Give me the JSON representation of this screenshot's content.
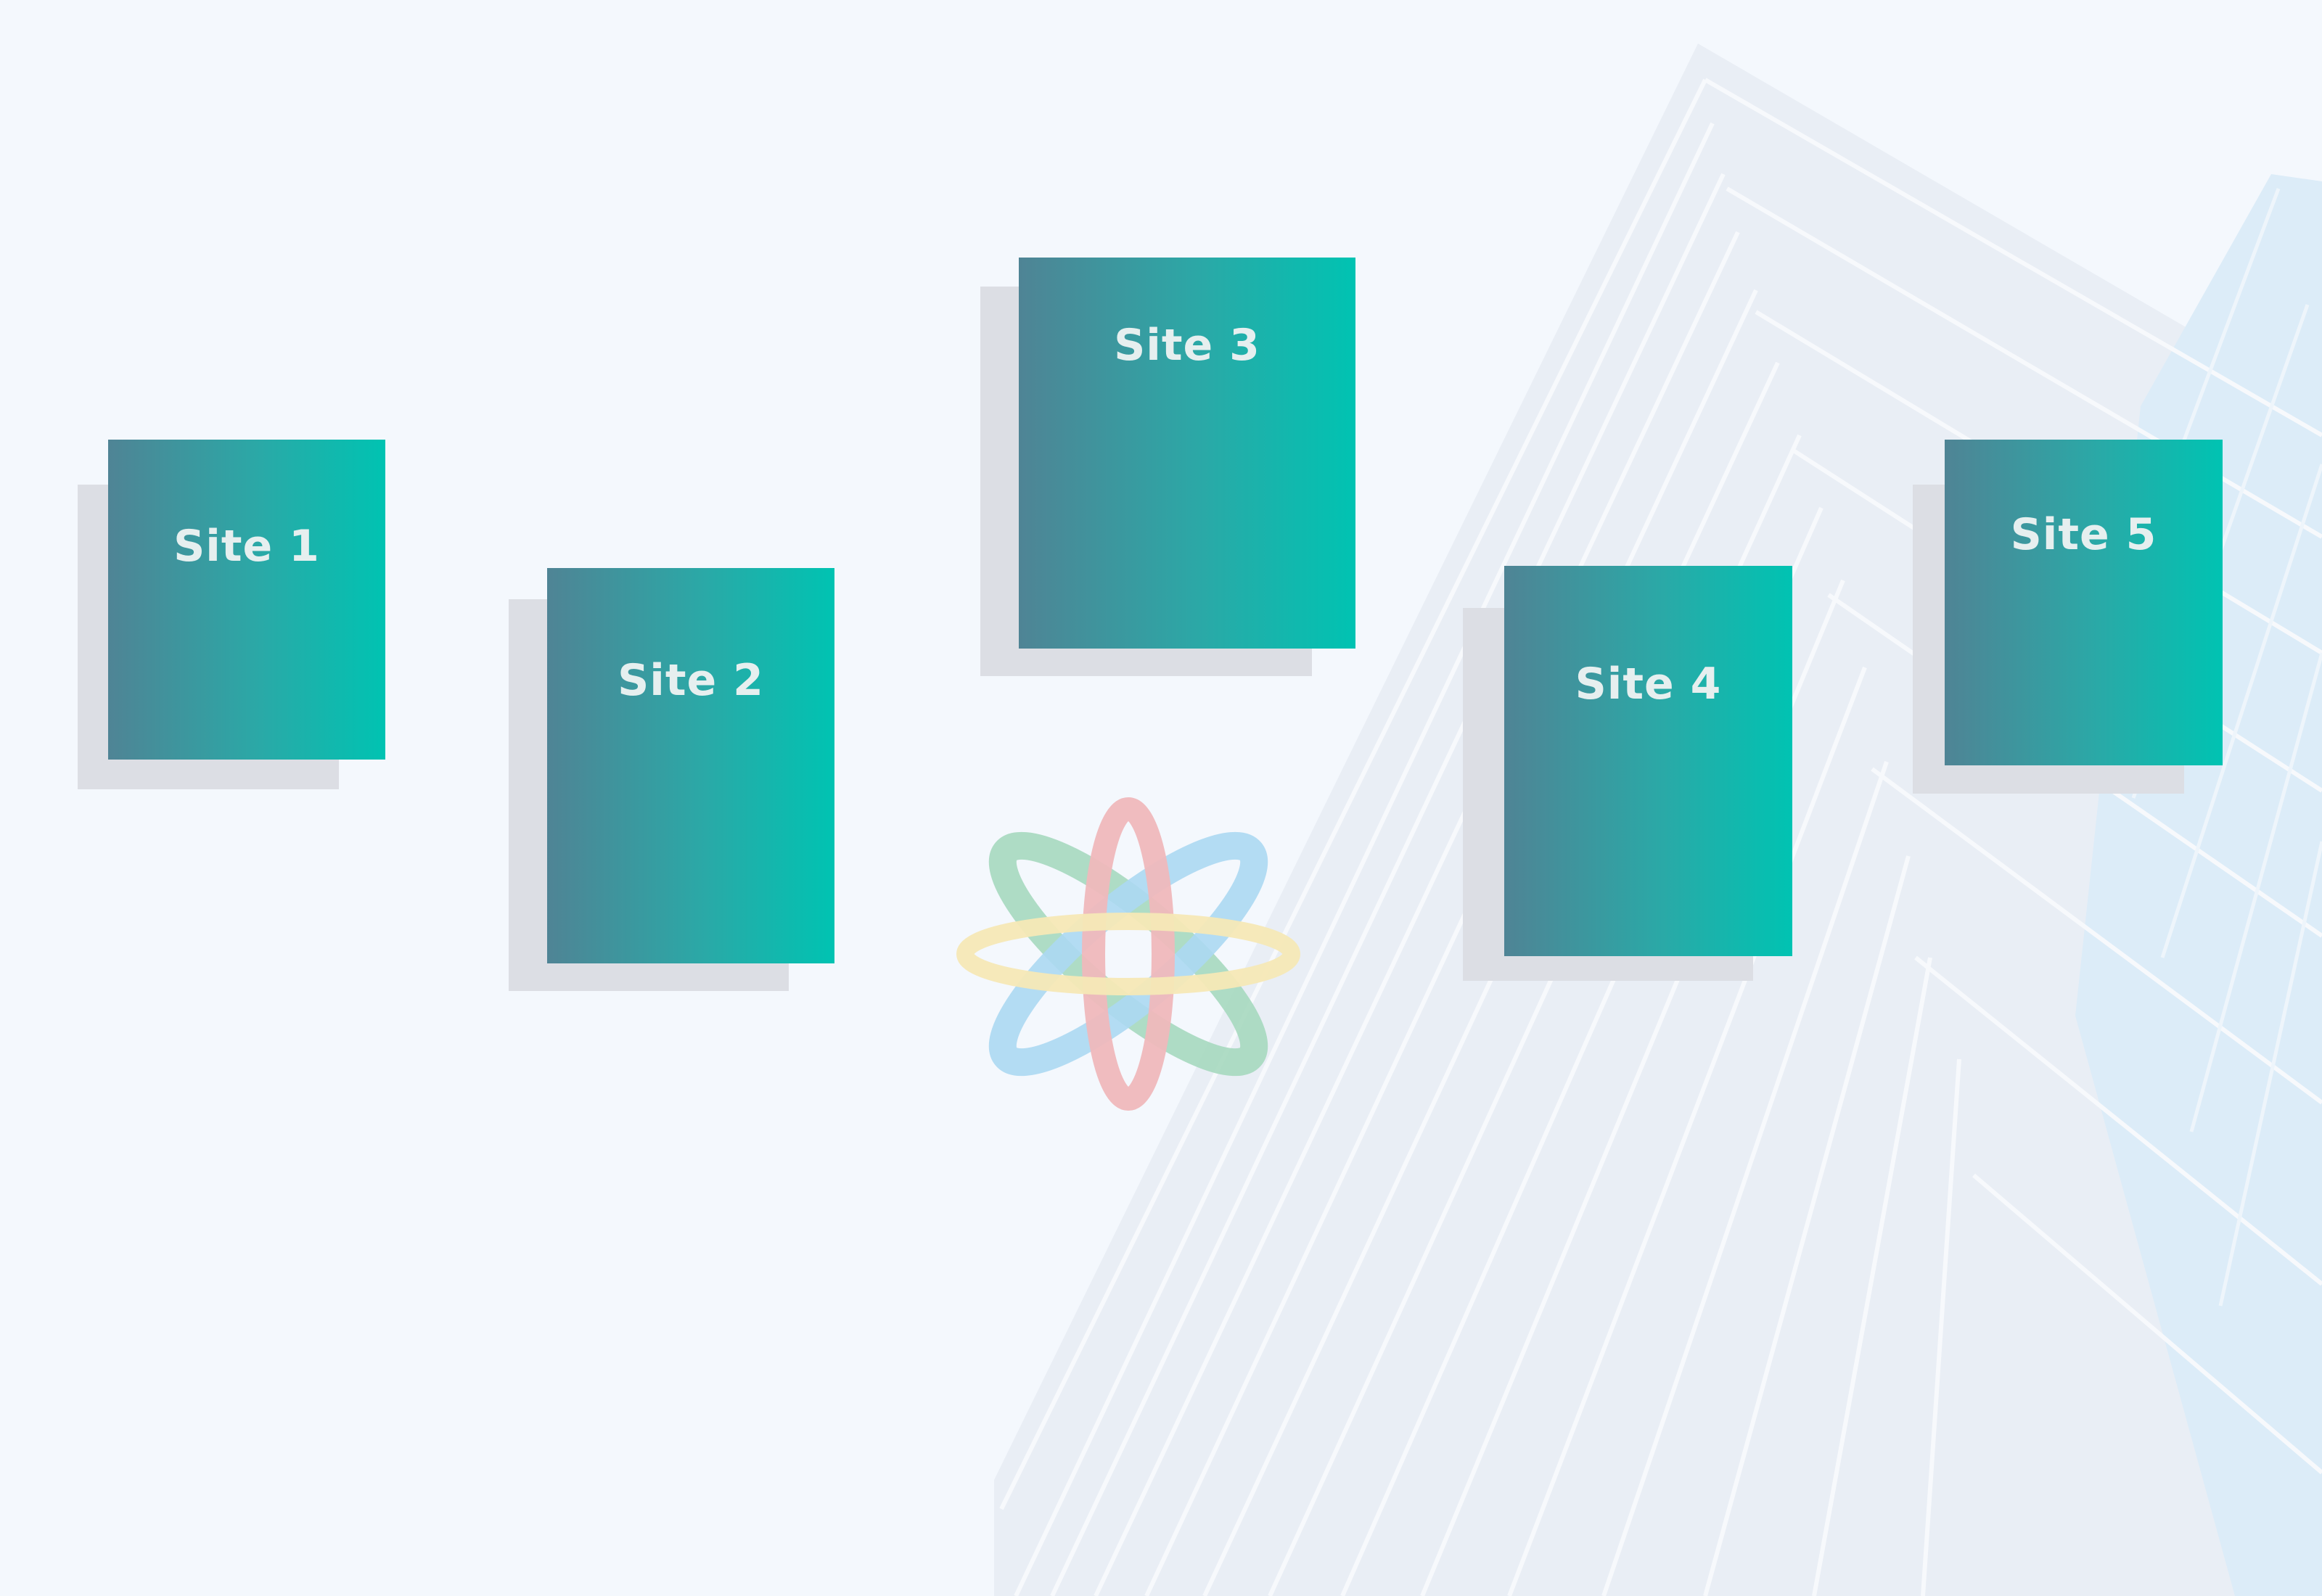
{
  "sites": [
    {
      "label": "Site 1"
    },
    {
      "label": "Site 2"
    },
    {
      "label": "Site 3"
    },
    {
      "label": "Site 4"
    },
    {
      "label": "Site 5"
    }
  ],
  "icons": {
    "atom": "atom-icon",
    "building": "building-background"
  },
  "colors": {
    "background": "#f4f8fd",
    "card_start": "#4f8495",
    "card_end": "#00c3b2",
    "shadow": "#dcdee4",
    "orbit_red": "#efb8bc",
    "orbit_blue": "#acd8f2",
    "orbit_green": "#a6d8bf",
    "orbit_yellow": "#f6e8b6"
  }
}
